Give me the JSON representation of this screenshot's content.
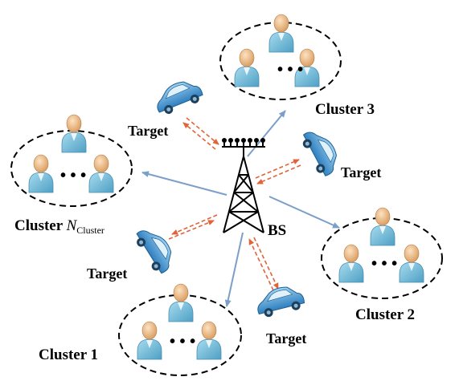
{
  "base_station": {
    "label": "BS"
  },
  "clusters": [
    {
      "label": "Cluster 1"
    },
    {
      "label": "Cluster 2"
    },
    {
      "label": "Cluster 3"
    },
    {
      "label_prefix": "Cluster ",
      "label_var": "N",
      "label_sub": "Cluster"
    }
  ],
  "targets": [
    {
      "label": "Target"
    },
    {
      "label": "Target"
    },
    {
      "label": "Target"
    },
    {
      "label": "Target"
    }
  ],
  "colors": {
    "cluster_link": "#7b9fc7",
    "sensing_link": "#e0643a",
    "tower": "#000000",
    "person_body": "#7dc3e0",
    "person_head": "#f2c08f",
    "car_body": "#5aa6d8"
  }
}
